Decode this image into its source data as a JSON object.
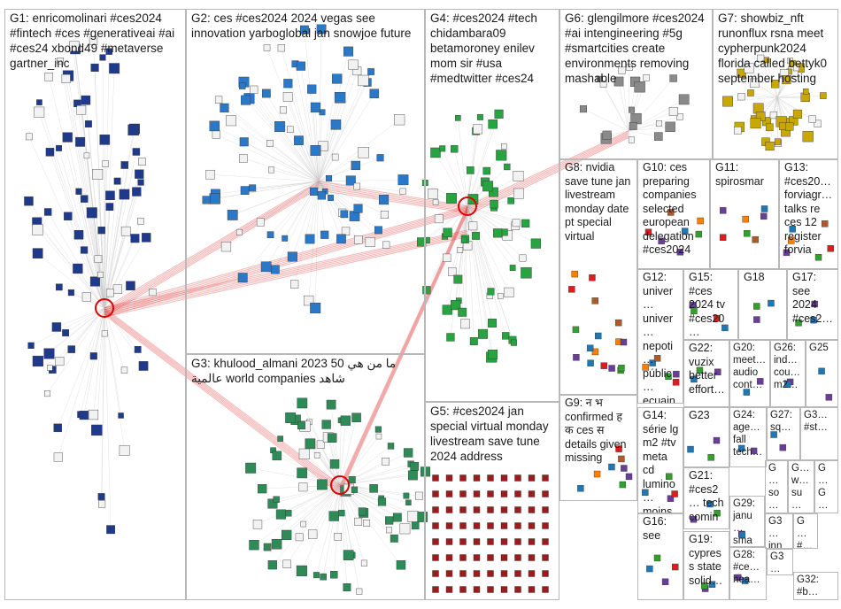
{
  "groups": [
    {
      "id": "G1",
      "text": "G1: enricomolinari #ces2024 #fintech #ces #generativeai #ai #ces24 xbond49 #metaverse gartner_inc"
    },
    {
      "id": "G2",
      "text": "G2: ces #ces2024 2024 vegas see innovation yarboglobal jan snowjoe future"
    },
    {
      "id": "G3",
      "text": "G3: khulood_almani 2023 50 ما من هي عالمية world companies شاهد"
    },
    {
      "id": "G4",
      "text": "G4: #ces2024 #tech chidambara09 betamoroney enilev mom sir #usa #medtwitter #ces24"
    },
    {
      "id": "G5",
      "text": "G5: #ces2024 jan special virtual monday livestream save tune 2024 address"
    },
    {
      "id": "G6",
      "text": "G6: glengilmore #ces2024 #ai intengineering #5g #smartcities create environments removing mashable"
    },
    {
      "id": "G7",
      "text": "G7: showbiz_nft runonflux rsna meet cypherpunk2024 florida called bettyk0 september hosting"
    },
    {
      "id": "G8",
      "text": "G8: nvidia save tune jan livestream monday date pt special virtual"
    },
    {
      "id": "G9",
      "text": "G9: न भ confirmed ह क ces स details given missing"
    },
    {
      "id": "G10",
      "text": "G10: ces preparing companies selected european delegation #ces2024"
    },
    {
      "id": "G11",
      "text": "G11: spirosmar"
    },
    {
      "id": "G12",
      "text": "G12: univer… univer… nepoti… públic… ecuain… daniel… existe…"
    },
    {
      "id": "G13",
      "text": "G13: #ces20… forviagr… talks re ces 12 register forvia"
    },
    {
      "id": "G14",
      "text": "G14: série lg m2 #tv meta cd lumino… moins…"
    },
    {
      "id": "G15",
      "text": "G15: #ces 2024 tv #ces20…"
    },
    {
      "id": "G16",
      "text": "G16: see"
    },
    {
      "id": "G17",
      "text": "G17: see 2024 #ces2…"
    },
    {
      "id": "G18",
      "text": "G18"
    },
    {
      "id": "G19",
      "text": "G19: cypress state solid…"
    },
    {
      "id": "G20",
      "text": "G20: meet… audio cont…"
    },
    {
      "id": "G21",
      "text": "G21: #ces2… tech comin…"
    },
    {
      "id": "G22",
      "text": "G22: vuzix better effort…"
    },
    {
      "id": "G23",
      "text": "G23"
    },
    {
      "id": "G24",
      "text": "G24: age… fall tech…"
    },
    {
      "id": "G25",
      "text": "G25"
    },
    {
      "id": "G26",
      "text": "G26: ind… cou… m2…"
    },
    {
      "id": "G27",
      "text": "G27: sq…"
    },
    {
      "id": "G28",
      "text": "G28: #ce… hea…"
    },
    {
      "id": "G29",
      "text": "G29: janu… sma…"
    },
    {
      "id": "G30",
      "text": "G3… #st…"
    },
    {
      "id": "G31",
      "text": "G… so… di…"
    },
    {
      "id": "G32",
      "text": "G32: #b…"
    },
    {
      "id": "G33",
      "text": "G… w… su…"
    },
    {
      "id": "G34",
      "text": "G3… inn…"
    },
    {
      "id": "G35",
      "text": "G… #… xr…"
    },
    {
      "id": "G36",
      "text": "G… G…"
    },
    {
      "id": "G37",
      "text": "G3… #b…"
    }
  ],
  "colors": {
    "edge": "#c9c9c9",
    "edge_highlight": "#e03030",
    "g1_node": "#1f3a8a",
    "g2_node": "#2a78c8",
    "g3_node": "#2e8b57",
    "g4_node": "#27a340",
    "g5_node": "#9b1c1c",
    "g6_node": "#8a8a8a",
    "g7_node": "#c8a800",
    "border": "#b8b8b8"
  }
}
